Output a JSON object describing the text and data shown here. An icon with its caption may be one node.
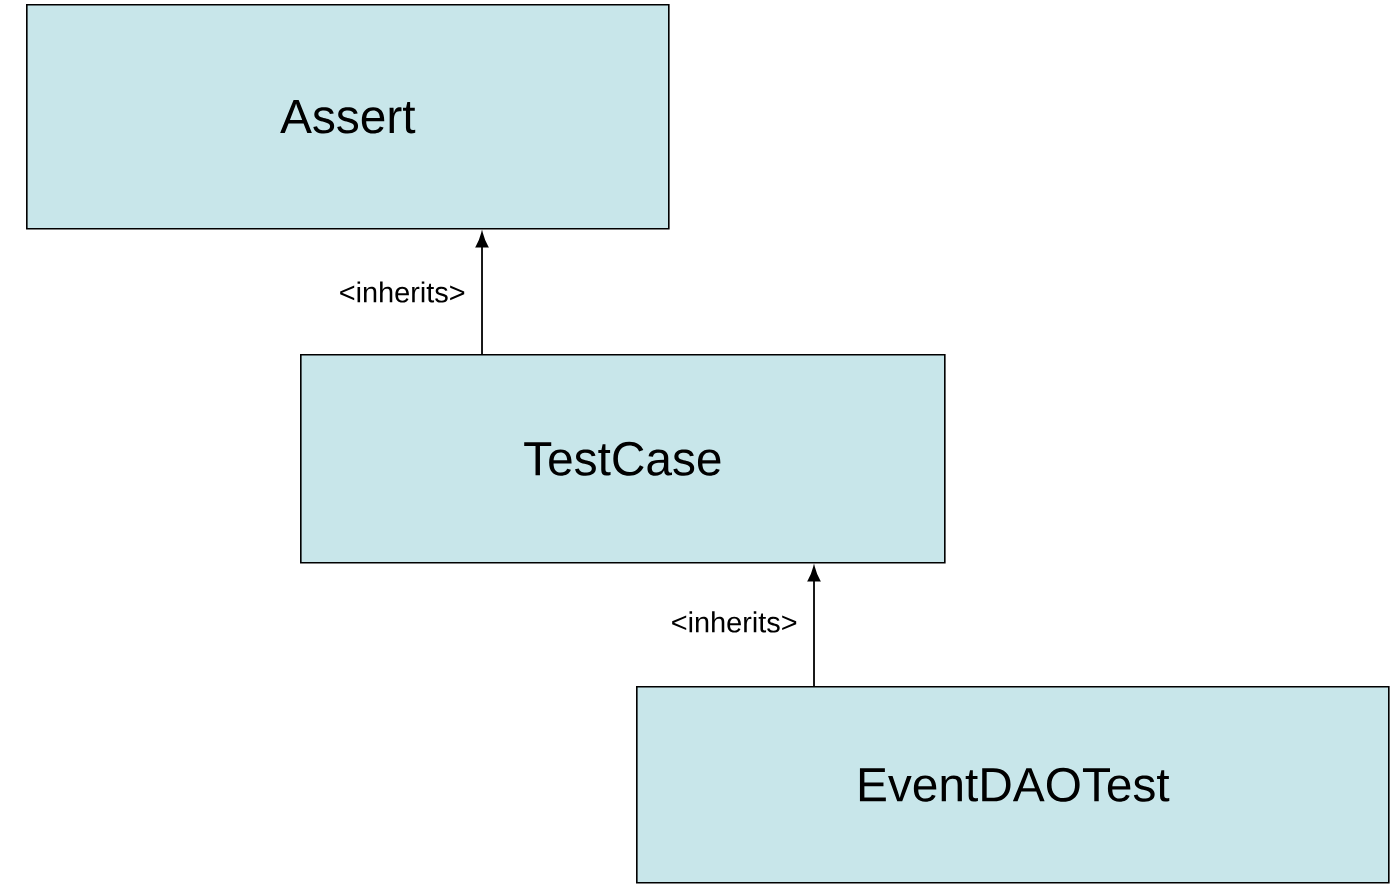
{
  "diagram": {
    "nodes": [
      {
        "text": [
          "Assert"
        ]
      },
      {
        "text": [
          "TestCase"
        ]
      },
      {
        "text": [
          "EventDAOTest"
        ]
      }
    ],
    "edges": [
      {
        "from": 1,
        "to": 0,
        "arrow": "to",
        "label": "<inherits>"
      },
      {
        "from": 2,
        "to": 1,
        "arrow": "to",
        "label": "<inherits>"
      }
    ]
  }
}
